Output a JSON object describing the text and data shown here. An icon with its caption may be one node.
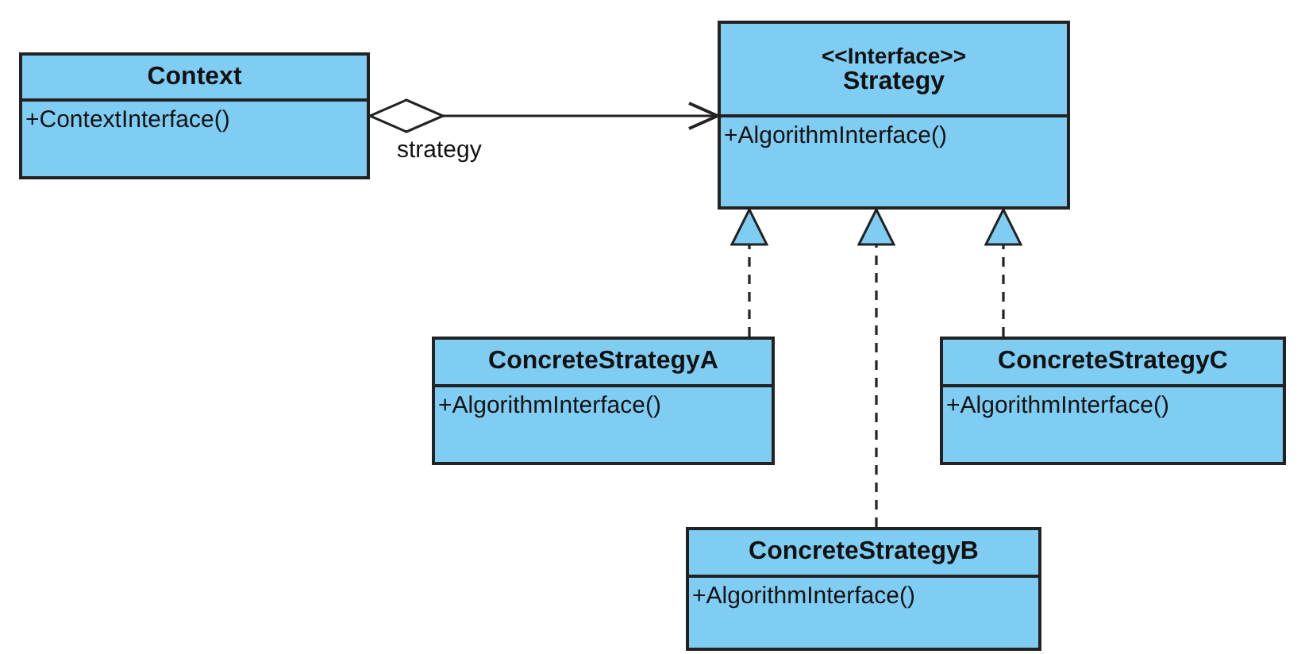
{
  "diagram": {
    "nodes": [
      {
        "text": [
          "Context",
          "+ContextInterface()"
        ]
      },
      {
        "text": [
          "<<Interface>>",
          "Strategy",
          "+AlgorithmInterface()"
        ]
      },
      {
        "text": [
          "ConcreteStrategyA",
          "+AlgorithmInterface()"
        ]
      },
      {
        "text": [
          "ConcreteStrategyC",
          "+AlgorithmInterface()"
        ]
      },
      {
        "text": [
          "ConcreteStrategyB",
          "+AlgorithmInterface()"
        ]
      }
    ],
    "edges": [
      {
        "from": 0,
        "to": 1,
        "arrow": "to",
        "label": "strategy"
      },
      {
        "from": 2,
        "to": 1,
        "arrow": "to",
        "style": "dashed"
      },
      {
        "from": 4,
        "to": 1,
        "arrow": "to",
        "style": "dashed"
      },
      {
        "from": 3,
        "to": 1,
        "arrow": "to",
        "style": "dashed"
      }
    ]
  }
}
